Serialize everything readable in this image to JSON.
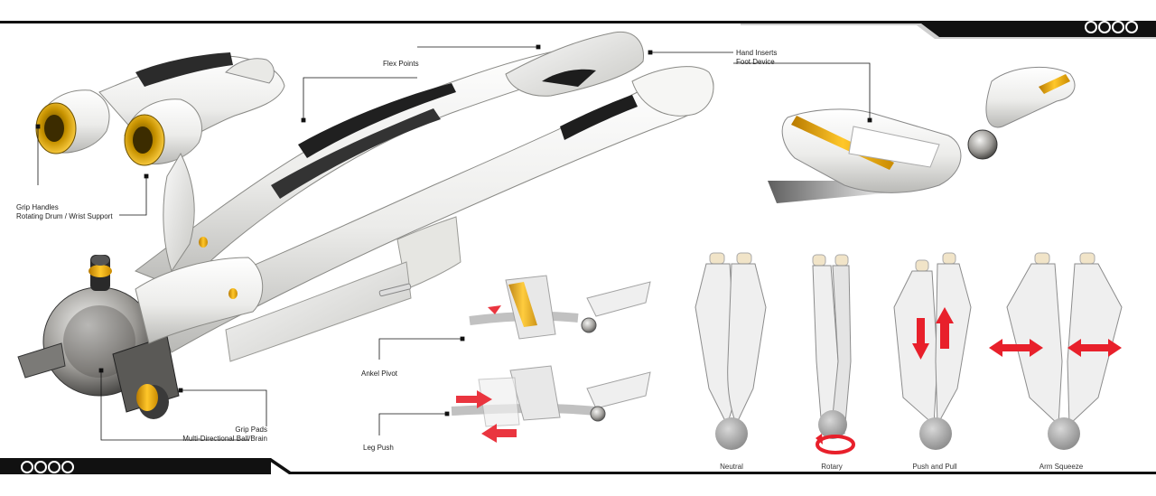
{
  "brand": {
    "logo_name": "four-rings-logo"
  },
  "colors": {
    "accent_gold": "#e3a90a",
    "arrow_red": "#e8202b",
    "body_white": "#f3f3f1",
    "dark": "#2a2a2a"
  },
  "callouts": {
    "flex_points": "Flex Points",
    "hand_inserts": "Hand Inserts",
    "foot_device": "Foot Device",
    "grip_handles": "Grip Handles",
    "rotating_drum": "Rotating Drum / Wrist Support",
    "ankel_pivot": "Ankel Pivot",
    "leg_push": "Leg Push",
    "grip_pads": "Grip Pads",
    "ball_brain": "Multi-Directional Ball/Brain"
  },
  "modes": [
    {
      "caption": "Neutral"
    },
    {
      "caption": "Rotary"
    },
    {
      "caption": "Push and Pull"
    },
    {
      "caption": "Arm Squeeze"
    }
  ]
}
